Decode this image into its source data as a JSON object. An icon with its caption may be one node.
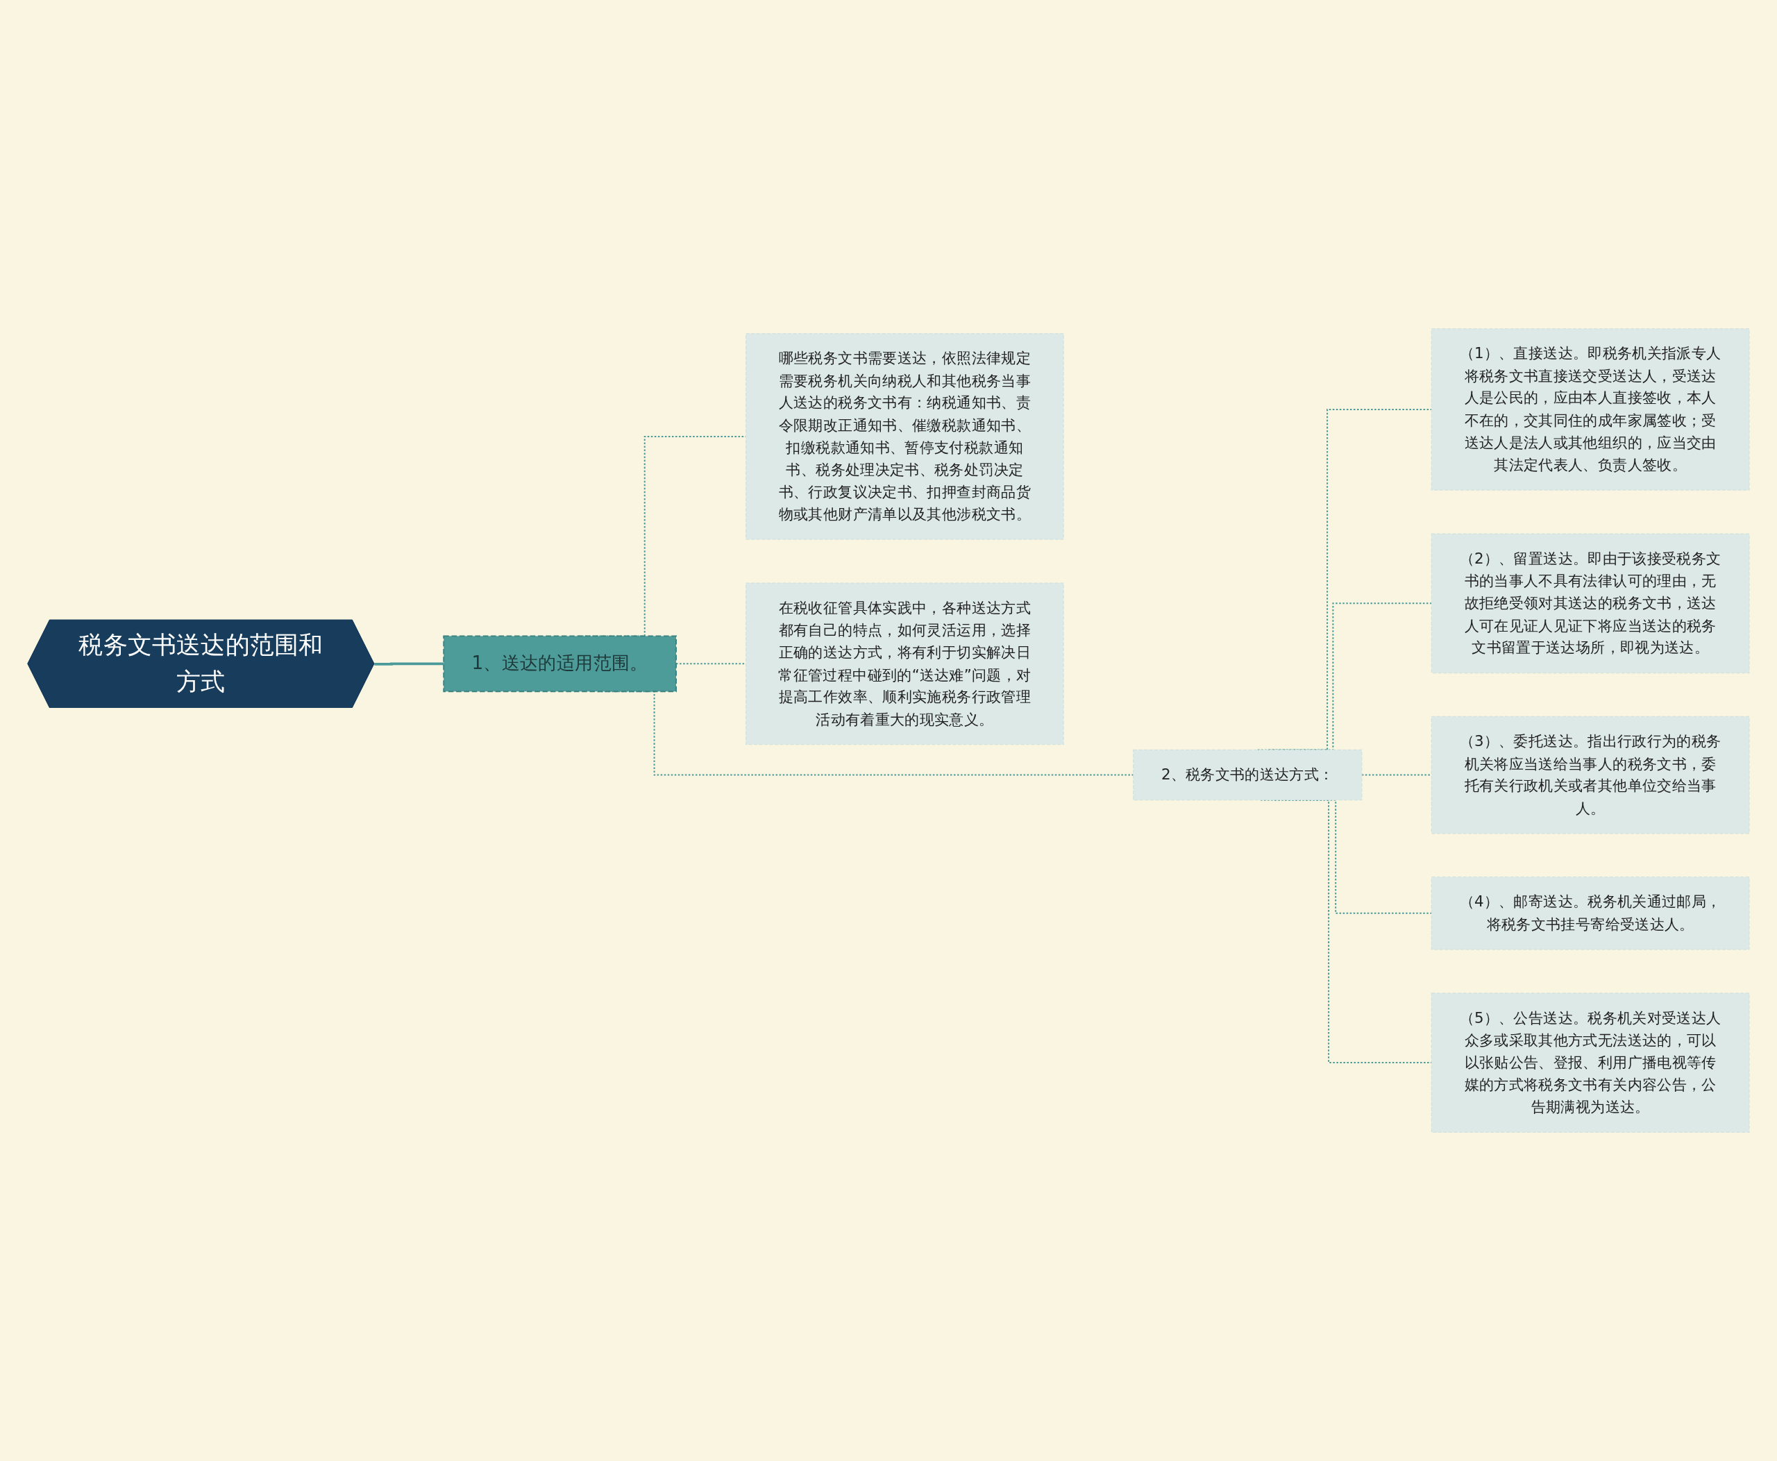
{
  "diagram": {
    "nodes": [
      {
        "text": [
          "税务文书送达的范围和方式"
        ]
      },
      {
        "text": [
          "1、送达的适用范围。"
        ]
      },
      {
        "text": [
          "哪些税务文书需要送达，依照法律规定需要税务机关向纳税人和其他税务当事人送达的税务文书有：纳税通知书、责令限期改正通知书、催缴税款通知书、扣缴税款通知书、暂停支付税款通知书、税务处理决定书、税务处罚决定书、行政复议决定书、扣押查封商品货物或其他财产清单以及其他涉税文书。"
        ]
      },
      {
        "text": [
          "2、税务文书的送达方式："
        ]
      },
      {
        "text": [
          "（1）、直接送达。即税务机关指派专人将税务文书直接送交受送达人，受送达人是公民的，应由本人直接签收，本人不在的，交其同住的成年家属签收；受送达人是法人或其他组织的，应当交由其法定代表人、负责人签收。"
        ]
      },
      {
        "text": [
          "（2）、留置送达。即由于该接受税务文书的当事人不具有法律认可的理由，无故拒绝受领对其送达的税务文书，送达人可在见证人见证下将应当送达的税务文书留置于送达场所，即视为送达。"
        ]
      },
      {
        "text": [
          "（3）、委托送达。指出行政行为的税务机关将应当送给当事人的税务文书，委托有关行政机关或者其他单位交给当事人。"
        ]
      },
      {
        "text": [
          "（4）、邮寄送达。税务机关通过邮局，将税务文书挂号寄给受送达人。"
        ]
      },
      {
        "text": [
          "（5）、公告送达。税务机关对受送达人众多或采取其他方式无法送达的，可以以张贴公告、登报、利用广播电视等传媒的方式将税务文书有关内容公告，公告期满视为送达。"
        ]
      },
      {
        "text": [
          "在税收征管具体实践中，各种送达方式都有自己的特点，如何灵活运用，选择正确的送达方式，将有利于切实解决日常征管过程中碰到的“送达难”问题，对提高工作效率、顺利实施税务行政管理活动有着重大的现实意义。"
        ]
      }
    ],
    "edges": [
      {
        "from": 0,
        "to": 1,
        "arrow": "none"
      },
      {
        "from": 1,
        "to": 2,
        "arrow": "none",
        "style": "dashed"
      },
      {
        "from": 1,
        "to": 3,
        "arrow": "none",
        "style": "dashed"
      },
      {
        "from": 1,
        "to": 9,
        "arrow": "none",
        "style": "dashed"
      },
      {
        "from": 3,
        "to": 4,
        "arrow": "none",
        "style": "dashed"
      },
      {
        "from": 3,
        "to": 5,
        "arrow": "none",
        "style": "dashed"
      },
      {
        "from": 3,
        "to": 6,
        "arrow": "none",
        "style": "dashed"
      },
      {
        "from": 3,
        "to": 7,
        "arrow": "none",
        "style": "dashed"
      },
      {
        "from": 3,
        "to": 8,
        "arrow": "none",
        "style": "dashed"
      }
    ]
  }
}
